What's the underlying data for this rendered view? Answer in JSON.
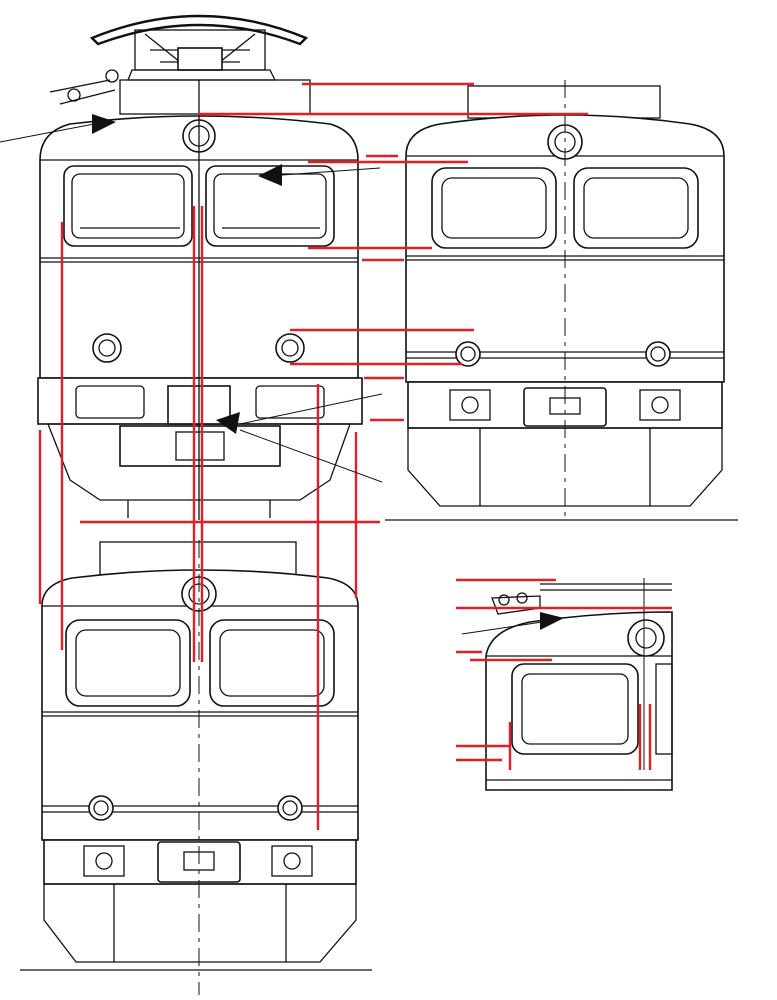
{
  "drawing": {
    "colors": {
      "linework": "#111111",
      "measure_lines": "#e41e26",
      "background": "#ffffff"
    },
    "views": [
      {
        "id": "front-view-with-pantograph"
      },
      {
        "id": "front-view-plain"
      },
      {
        "id": "front-view-lower"
      },
      {
        "id": "detail-view-partial"
      }
    ]
  }
}
